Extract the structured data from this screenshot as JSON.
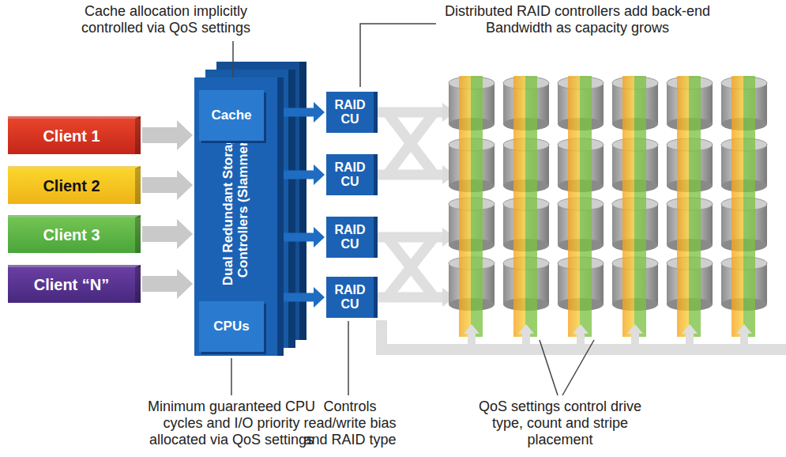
{
  "diagram": {
    "nodes": [
      {
        "text": [
          "Client 1"
        ]
      },
      {
        "text": [
          "Client 2"
        ]
      },
      {
        "text": [
          "Client 3"
        ]
      },
      {
        "text": [
          "Client “N”"
        ]
      },
      {
        "text": [
          "Dual Redundant Storage Controllers (Slammer)"
        ]
      },
      {
        "text": [
          "Cache"
        ],
        "in": 4
      },
      {
        "text": [
          "CPUs"
        ],
        "in": 4
      },
      {
        "text": [
          "RAID CU"
        ]
      },
      {
        "text": [
          "RAID CU"
        ]
      },
      {
        "text": [
          "RAID CU"
        ]
      },
      {
        "text": [
          "RAID CU"
        ]
      }
    ],
    "edges": [
      {
        "from": 0,
        "to": 4,
        "arrow": "to"
      },
      {
        "from": 1,
        "to": 4,
        "arrow": "to"
      },
      {
        "from": 2,
        "to": 4,
        "arrow": "to"
      },
      {
        "from": 3,
        "to": 4,
        "arrow": "to"
      },
      {
        "from": 4,
        "to": 7,
        "arrow": "to"
      },
      {
        "from": 4,
        "to": 8,
        "arrow": "to"
      },
      {
        "from": 4,
        "to": 9,
        "arrow": "to"
      },
      {
        "from": 4,
        "to": 10,
        "arrow": "to"
      }
    ],
    "labels": [
      "Cache allocation implicitly controlled via QoS settings",
      "Distributed RAID controllers add back-end Bandwidth as capacity grows",
      "Minimum guaranteed CPU cycles and I/O priority allocated via QoS settings",
      "Controls read/write bias and RAID type",
      "QoS settings control drive type, count and stripe placement"
    ]
  }
}
